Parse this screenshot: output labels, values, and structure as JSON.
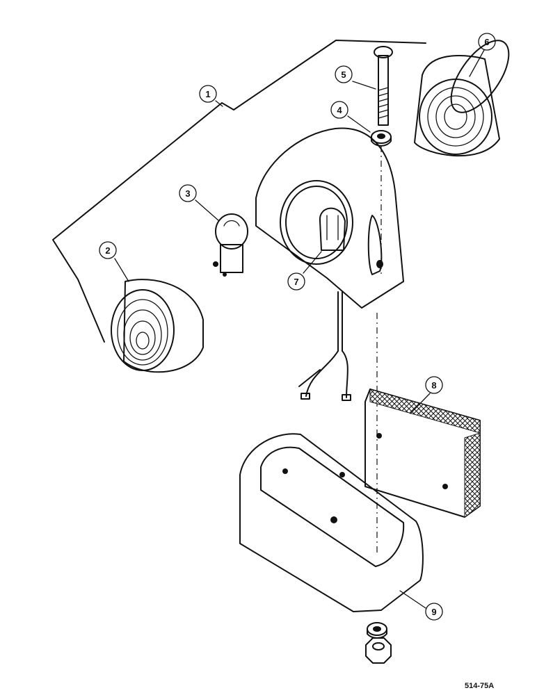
{
  "figure": {
    "reference": "514-75A"
  },
  "callouts": [
    {
      "number": "1",
      "part": "lamp-assembly"
    },
    {
      "number": "2",
      "part": "lens"
    },
    {
      "number": "3",
      "part": "bulb"
    },
    {
      "number": "4",
      "part": "washer"
    },
    {
      "number": "5",
      "part": "bolt"
    },
    {
      "number": "6",
      "part": "lens"
    },
    {
      "number": "7",
      "part": "bulb-holder"
    },
    {
      "number": "8",
      "part": "reflector"
    },
    {
      "number": "9",
      "part": "lamp-base"
    }
  ]
}
